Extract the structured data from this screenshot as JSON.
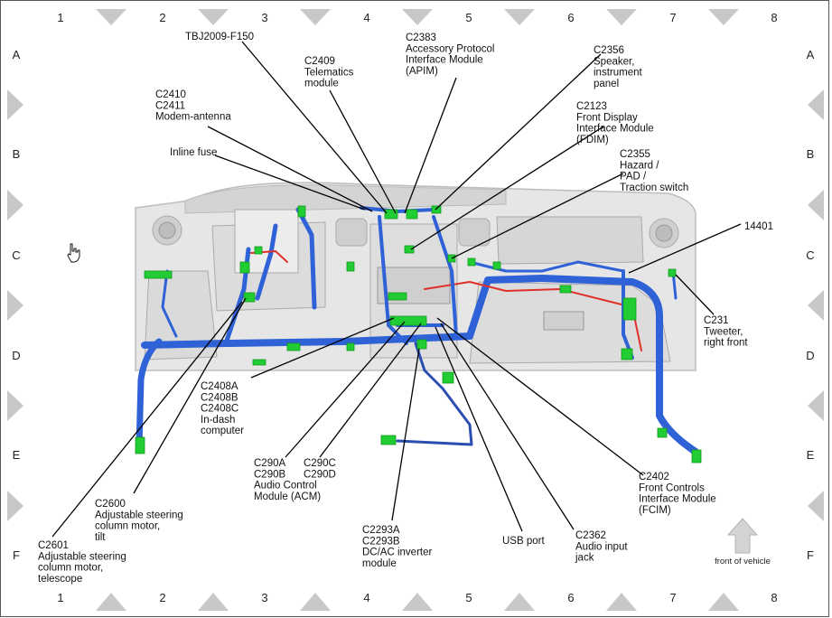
{
  "colors": {
    "harness": "#2f62d6",
    "connector": "#22cc33",
    "red_wire": "#e0302a",
    "leader": "#000000",
    "chevron": "#c8c8c8",
    "panel": "#d9d9d9",
    "arrow": "#d4d4d4"
  },
  "grid": {
    "columns": [
      "1",
      "2",
      "3",
      "4",
      "5",
      "6",
      "7",
      "8"
    ],
    "rows": [
      "A",
      "B",
      "C",
      "D",
      "E",
      "F"
    ]
  },
  "labels": {
    "tbj2009": [
      "TBJ2009-F150"
    ],
    "c2383": [
      "C2383",
      "Accessory Protocol",
      "Interface Module",
      "(APIM)"
    ],
    "c2409": [
      "C2409",
      "Telematics",
      "module"
    ],
    "c2356": [
      "C2356",
      "Speaker,",
      "instrument",
      "panel"
    ],
    "c2410": [
      "C2410",
      "C2411",
      "Modem-antenna"
    ],
    "c2123": [
      "C2123",
      "Front Display",
      "Interface Module",
      "(FDIM)"
    ],
    "inline_fuse": [
      "Inline fuse"
    ],
    "c2355": [
      "C2355",
      "Hazard /",
      "PAD /",
      "Traction switch"
    ],
    "p14401": [
      "14401"
    ],
    "c231": [
      "C231",
      "Tweeter,",
      "right front"
    ],
    "c2408": [
      "C2408A",
      "C2408B",
      "C2408C",
      "In-dash",
      "computer"
    ],
    "c290": [
      "C290A",
      "C290B",
      "Audio Control",
      "Module (ACM)"
    ],
    "c290cd": [
      "C290C",
      "C290D"
    ],
    "c2402": [
      "C2402",
      "Front Controls",
      "Interface Module",
      "(FCIM)"
    ],
    "c2600": [
      "C2600",
      "Adjustable steering",
      "column motor,",
      "tilt"
    ],
    "c2293": [
      "C2293A",
      "C2293B",
      "DC/AC inverter",
      "module"
    ],
    "usb": [
      "USB port"
    ],
    "c2362": [
      "C2362",
      "Audio input",
      "jack"
    ],
    "c2601": [
      "C2601",
      "Adjustable steering",
      "column motor,",
      "telescope"
    ]
  },
  "front_of_vehicle": "front of vehicle"
}
